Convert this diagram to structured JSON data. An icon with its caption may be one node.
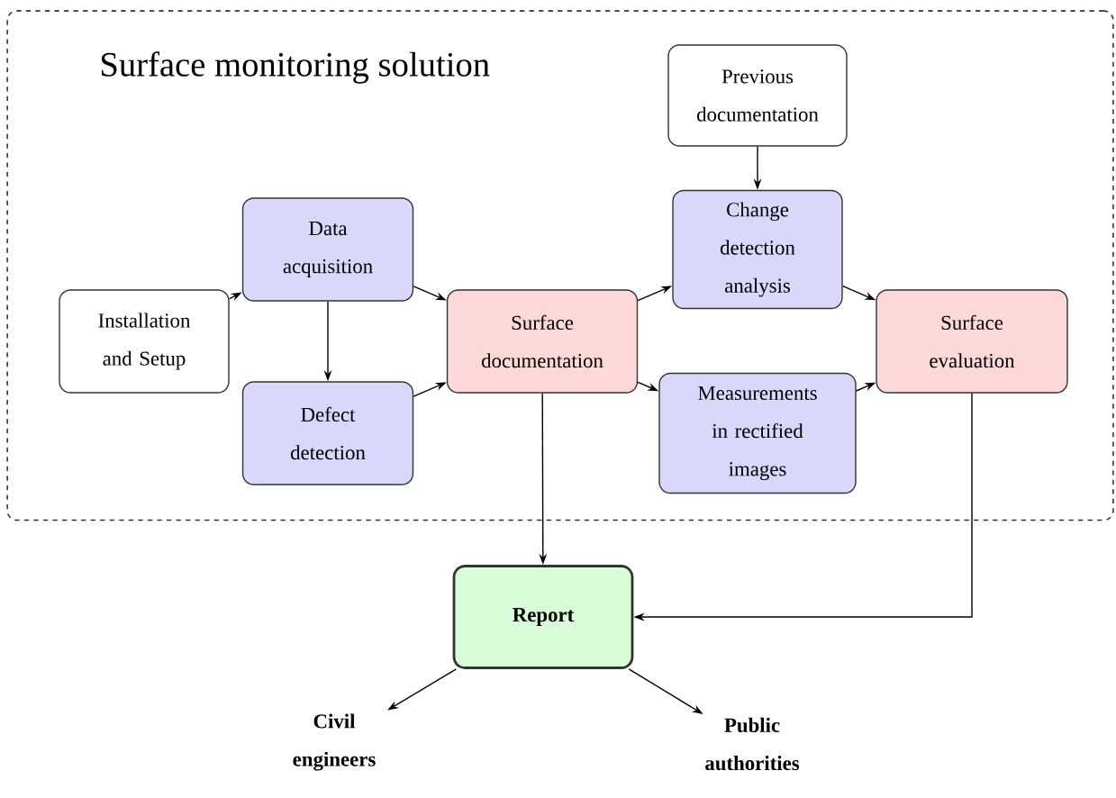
{
  "diagram": {
    "nodes": [
      {
        "text": [
          "Surface monitoring solution"
        ]
      },
      {
        "text": [
          "Previous documentation"
        ],
        "in": 0
      },
      {
        "text": [
          "Data acquisition"
        ],
        "in": 0
      },
      {
        "text": [
          "Change detection analysis"
        ],
        "in": 0
      },
      {
        "text": [
          "Installation and Setup"
        ],
        "in": 0
      },
      {
        "text": [
          "Surface documentation"
        ],
        "in": 0
      },
      {
        "text": [
          "Surface evaluation"
        ],
        "in": 0
      },
      {
        "text": [
          "Defect detection"
        ],
        "in": 0
      },
      {
        "text": [
          "Measurements in rectified images"
        ],
        "in": 0
      },
      {
        "text": [
          "Report"
        ]
      },
      {
        "text": [
          "Civil engineers"
        ]
      },
      {
        "text": [
          "Public authorities"
        ]
      }
    ],
    "edges": [
      {
        "from": 4,
        "to": 2,
        "arrow": "to"
      },
      {
        "from": 2,
        "to": 7,
        "arrow": "to"
      },
      {
        "from": 2,
        "to": 5,
        "arrow": "to"
      },
      {
        "from": 7,
        "to": 5,
        "arrow": "to"
      },
      {
        "from": 1,
        "to": 3,
        "arrow": "to"
      },
      {
        "from": 5,
        "to": 3,
        "arrow": "to"
      },
      {
        "from": 5,
        "to": 8,
        "arrow": "to"
      },
      {
        "from": 3,
        "to": 6,
        "arrow": "to"
      },
      {
        "from": 8,
        "to": 6,
        "arrow": "to"
      },
      {
        "from": 5,
        "to": 9,
        "arrow": "to"
      },
      {
        "from": 6,
        "to": 9,
        "arrow": "to"
      },
      {
        "from": 9,
        "to": 10,
        "arrow": "to"
      },
      {
        "from": 9,
        "to": 11,
        "arrow": "to"
      }
    ]
  }
}
